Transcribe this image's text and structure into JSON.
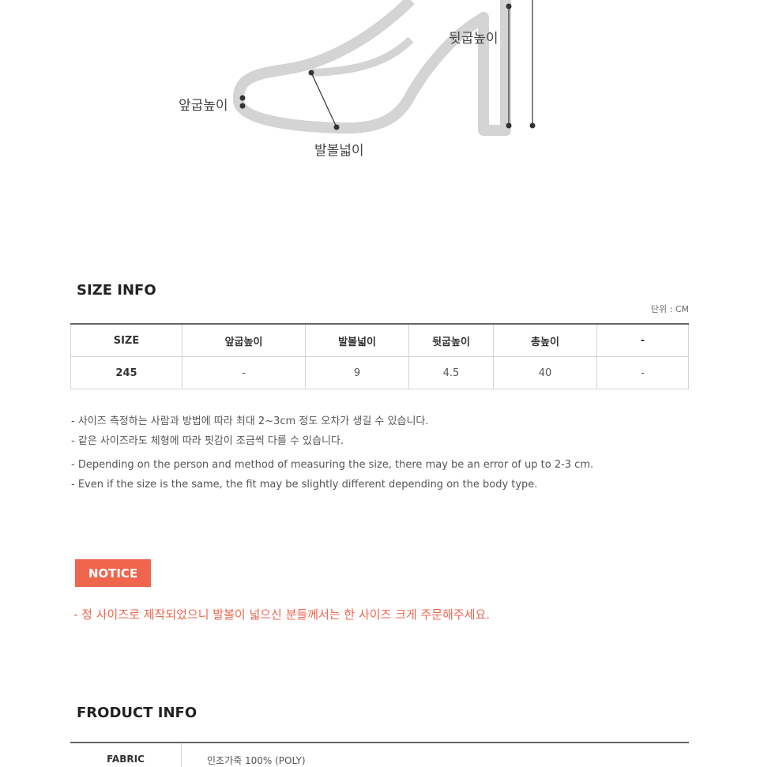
{
  "diagram": {
    "labels": {
      "front_height": "앞굽높이",
      "ball_width": "발볼넓이",
      "heel_height": "뒷굽높이"
    }
  },
  "size_info": {
    "title": "SIZE INFO",
    "unit": "단위 : CM",
    "columns": [
      "SIZE",
      "앞굽높이",
      "발볼넓이",
      "뒷굽높이",
      "총높이",
      "-"
    ],
    "rows": [
      [
        "245",
        "-",
        "9",
        "4.5",
        "40",
        "-"
      ]
    ]
  },
  "notes": {
    "korean": [
      "- 사이즈 측정하는 사람과 방법에 따라 최대 2~3cm 정도 오차가 생길 수 있습니다.",
      "- 같은 사이즈라도 체형에 따라 핏감이 조금씩 다를 수 있습니다."
    ],
    "english": [
      "- Depending on the person and method of measuring the size, there may be an error of up to 2-3 cm.",
      "- Even if the size is the same, the fit may be slightly different depending on the body type."
    ]
  },
  "notice": {
    "badge": "NOTICE",
    "text": "- 정 사이즈로 제작되었으니 발볼이 넓으신 분들께서는 한 사이즈 크게 주문해주세요."
  },
  "product_info": {
    "title": "FRODUCT INFO",
    "rows": [
      {
        "key": "FABRIC",
        "value": "인조가죽 100% (POLY)"
      }
    ]
  }
}
